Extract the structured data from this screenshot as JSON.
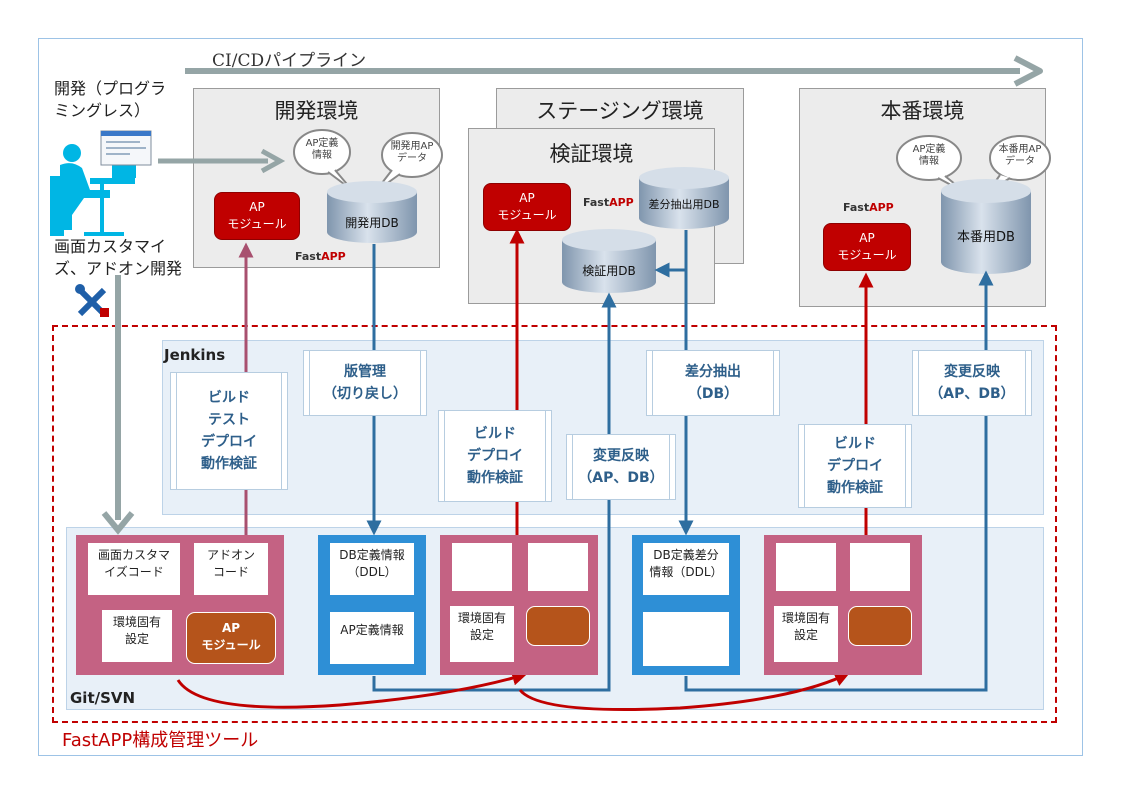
{
  "pipeline": {
    "label": "CI/CDパイプライン"
  },
  "developer": {
    "top_label_line1": "開発（プログラ",
    "top_label_line2": "ミングレス）",
    "bottom_label_line1": "画面カスタマイ",
    "bottom_label_line2": "ズ、アドオン開発"
  },
  "environments": {
    "dev": {
      "title": "開発環境",
      "bubble1_line1": "AP定義",
      "bubble1_line2": "情報",
      "bubble2_line1": "開発用AP",
      "bubble2_line2": "データ",
      "ap_line1": "AP",
      "ap_line2": "モジュール",
      "db": "開発用DB",
      "fastapp_prefix": "Fast",
      "fastapp_suffix": "APP"
    },
    "staging": {
      "title": "ステージング環境"
    },
    "verify": {
      "title": "検証環境",
      "ap_line1": "AP",
      "ap_line2": "モジュール",
      "fastapp_prefix": "Fast",
      "fastapp_suffix": "APP",
      "diff_db": "差分抽出用DB",
      "db": "検証用DB"
    },
    "prod": {
      "title": "本番環境",
      "bubble1_line1": "AP定義",
      "bubble1_line2": "情報",
      "bubble2_line1": "本番用AP",
      "bubble2_line2": "データ",
      "fastapp_prefix": "Fast",
      "fastapp_suffix": "APP",
      "ap_line1": "AP",
      "ap_line2": "モジュール",
      "db": "本番用DB"
    }
  },
  "jenkins": {
    "label": "Jenkins",
    "steps": [
      {
        "lines": [
          "ビルド",
          "テスト",
          "デプロイ",
          "動作検証"
        ]
      },
      {
        "lines": [
          "版管理",
          "（切り戻し）"
        ]
      },
      {
        "lines": [
          "ビルド",
          "デプロイ",
          "動作検証"
        ]
      },
      {
        "lines": [
          "変更反映",
          "（AP、DB）"
        ]
      },
      {
        "lines": [
          "差分抽出",
          "（DB）"
        ]
      },
      {
        "lines": [
          "ビルド",
          "デプロイ",
          "動作検証"
        ]
      },
      {
        "lines": [
          "変更反映",
          "（AP、DB）"
        ]
      }
    ]
  },
  "git": {
    "label": "Git/SVN",
    "repo1": {
      "doc1_line1": "画面カスタマ",
      "doc1_line2": "イズコード",
      "doc2_line1": "アドオン",
      "doc2_line2": "コード",
      "doc3_line1": "環境固有",
      "doc3_line2": "設定",
      "ap_line1": "AP",
      "ap_line2": "モジュール"
    },
    "repo2": {
      "doc1_line1": "DB定義情報",
      "doc1_line2": "（DDL）",
      "doc2": "AP定義情報"
    },
    "repo3": {
      "doc3_line1": "環境固有",
      "doc3_line2": "設定"
    },
    "repo4": {
      "doc1_line1": "DB定義差分",
      "doc1_line2": "情報（DDL）"
    },
    "repo5": {
      "doc3_line1": "環境固有",
      "doc3_line2": "設定"
    }
  },
  "footer": {
    "label": "FastAPP構成管理ツール"
  },
  "colors": {
    "red": "#c00000",
    "blue": "#2e6ea0",
    "pink": "#c46283",
    "gray": "#95a5a6"
  }
}
